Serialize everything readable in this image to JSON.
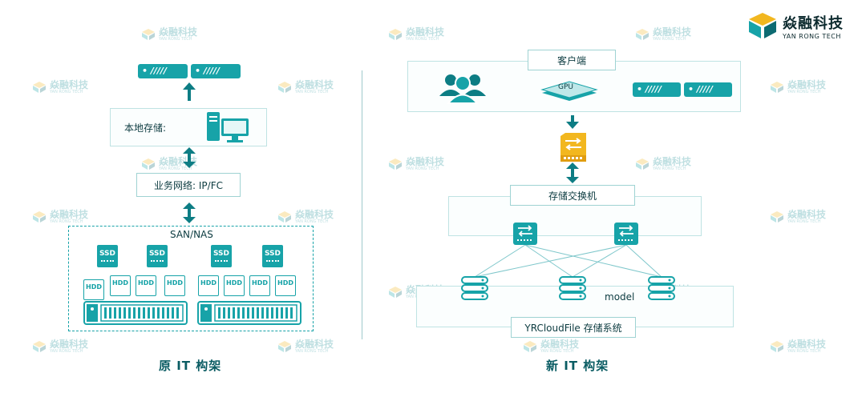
{
  "brand": {
    "name_cn": "焱融科技",
    "name_en": "YAN RONG TECH"
  },
  "left": {
    "title": "原 IT 构架",
    "local_storage": "本地存储:",
    "network": "业务网络: IP/FC",
    "san_nas": "SAN/NAS",
    "ssd_label": "SSD",
    "hdd_label": "HDD",
    "server_mark": "/////"
  },
  "right": {
    "title": "新 IT 构架",
    "client": "客户端",
    "gpu": "GPU",
    "switch": "存储交换机",
    "model": "model",
    "system": "YRCloudFile 存储系统",
    "server_mark": "/////"
  },
  "colors": {
    "teal": "#17a3a8",
    "dark_teal": "#0d6b72",
    "yellow": "#f2b71f",
    "line": "#9fd3d3"
  }
}
